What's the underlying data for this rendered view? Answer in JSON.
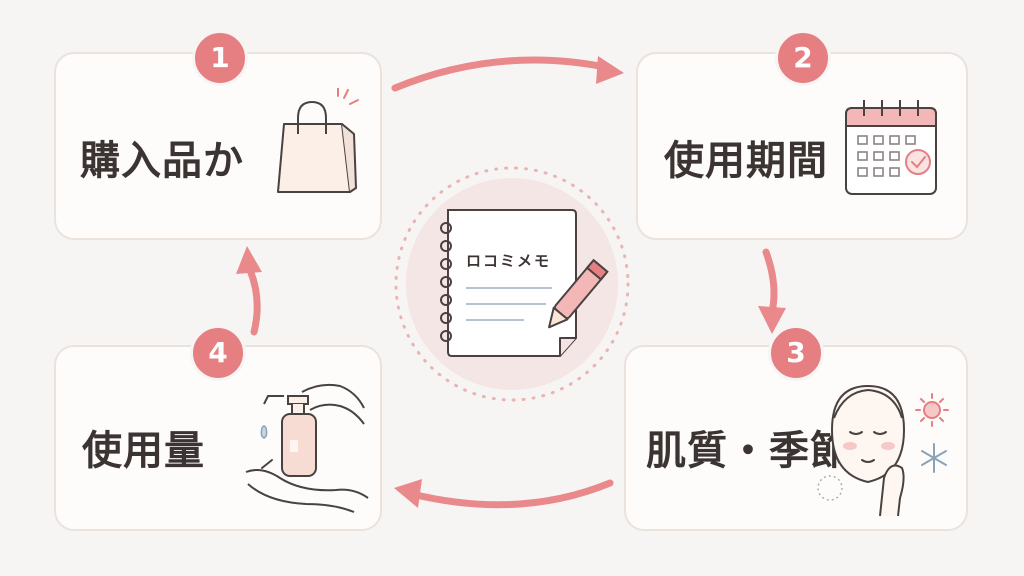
{
  "diagram": {
    "center": {
      "title": "ロコミメモ",
      "icon": "notebook-pencil-icon"
    },
    "steps": [
      {
        "number": "1",
        "label": "購入品か",
        "icon": "shopping-bag-icon"
      },
      {
        "number": "2",
        "label": "使用期間",
        "icon": "calendar-icon"
      },
      {
        "number": "3",
        "label": "肌質・季節",
        "icon": "face-season-icon"
      },
      {
        "number": "4",
        "label": "使用量",
        "icon": "pump-bottle-icon"
      }
    ]
  },
  "colors": {
    "accent": "#e57f82",
    "arrow": "#e9898b",
    "card_border": "#ebe2dc",
    "background": "#f7f5f4",
    "text": "#3b3433",
    "center_circle": "#f4e6e4"
  }
}
